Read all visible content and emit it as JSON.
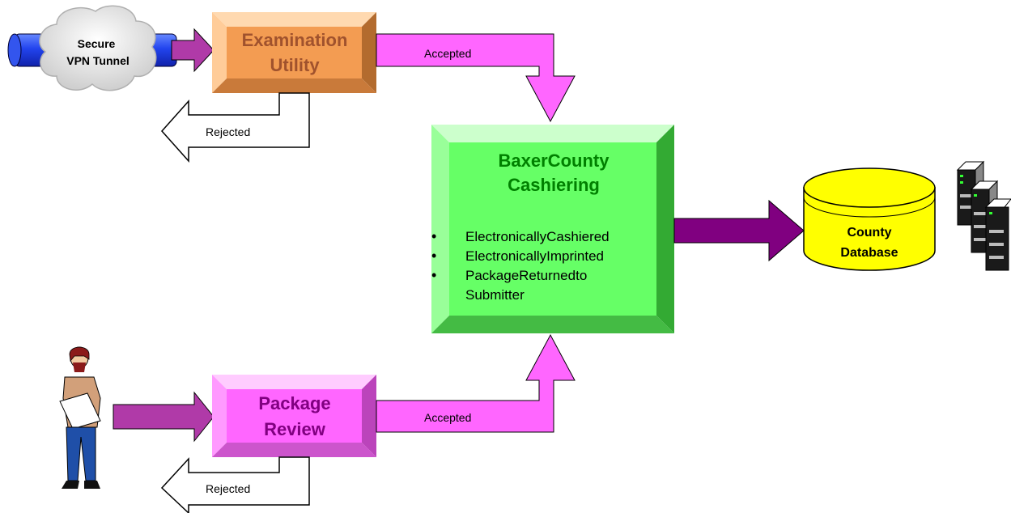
{
  "cloud": {
    "line1": "Secure",
    "line2": "VPN  Tunnel"
  },
  "examination": {
    "line1": "Examination",
    "line2": "Utility"
  },
  "package_review": {
    "line1": "Package",
    "line2": "Review"
  },
  "cashiering": {
    "line1": "BaxerCounty",
    "line2": "Cashiering",
    "bullets": [
      "ElectronicallyCashiered",
      "ElectronicallyImprinted",
      "PackageReturnedto"
    ],
    "bullet3_cont": "Submitter"
  },
  "database": {
    "line1": "County",
    "line2": "Database"
  },
  "labels": {
    "accepted_top": "Accepted",
    "accepted_bottom": "Accepted",
    "rejected_top": "Rejected",
    "rejected_bottom": "Rejected"
  },
  "colors": {
    "magenta": "#ff66ff",
    "purple": "#cc3399",
    "orange": "#f4a460",
    "green": "#66ff66",
    "green_dark": "#33aa33",
    "db_yellow": "#ffff00",
    "pipe_blue": "#3366ff"
  },
  "icons": [
    "cloud-icon",
    "person-icon",
    "server-icon",
    "database-icon"
  ]
}
